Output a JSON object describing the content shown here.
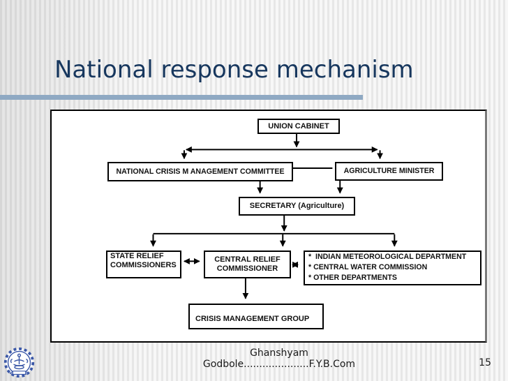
{
  "header": {
    "title": "National response mechanism"
  },
  "footer": {
    "line1": "Ghanshyam",
    "line2": "Godbole.....................F.Y.B.Com",
    "page_number": "15"
  },
  "colors": {
    "title_text": "#17375e",
    "title_underline": "#8fa9c3",
    "connector": "#000000",
    "node_border": "#000000",
    "logo_blue": "#3a57a7",
    "background_stripe": "#e7e7e7"
  },
  "diagram": {
    "type": "org-chart",
    "nodes": {
      "union_cabinet": {
        "label": "UNION CABINET"
      },
      "ncmc": {
        "label": "NATIONAL CRISIS M ANAGEMENT COMMITTEE"
      },
      "agriculture_minister": {
        "label": "AGRICULTURE MINISTER"
      },
      "secretary": {
        "label": "SECRETARY (Agriculture)"
      },
      "state_relief": {
        "lines": [
          "STATE RELIEF",
          "COMMISSIONERS"
        ]
      },
      "central_relief": {
        "lines": [
          "CENTRAL RELIEF",
          "COMMISSIONER"
        ]
      },
      "departments": {
        "lines": [
          "*  INDIAN METEOROLOGICAL DEPARTMENT",
          "* CENTRAL WATER COMMISSION",
          "* OTHER DEPARTMENTS"
        ]
      },
      "crisis_group": {
        "label": "CRISIS MANAGEMENT GROUP"
      }
    },
    "edges": [
      "union_cabinet -> ncmc",
      "union_cabinet -> agriculture_minister",
      "ncmc -- agriculture_minister",
      "ncmc -> secretary",
      "agriculture_minister -> secretary",
      "secretary -> state_relief",
      "secretary -> central_relief",
      "secretary -> departments",
      "state_relief <-> central_relief",
      "central_relief <-> departments",
      "central_relief -> crisis_group"
    ]
  },
  "logo": {
    "name": "institute-emblem"
  }
}
